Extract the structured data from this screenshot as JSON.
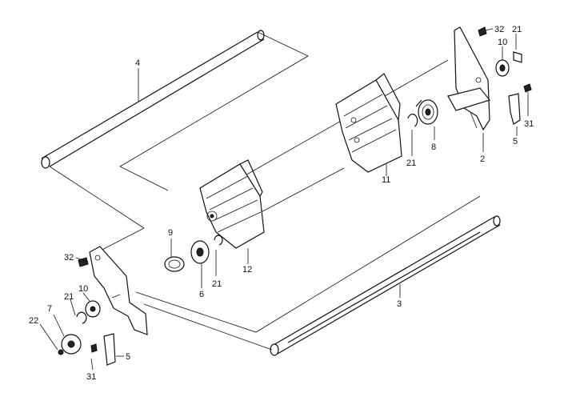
{
  "diagram": {
    "callouts": {
      "c4": "4",
      "c32_top": "32",
      "c21_top": "21",
      "c10_top": "10",
      "c31_top": "31",
      "c5_top": "5",
      "c2": "2",
      "c8": "8",
      "c21_mid": "21",
      "c11": "11",
      "c12": "12",
      "c9": "9",
      "c6": "6",
      "c21_low": "21",
      "c3": "3",
      "c32_left": "32",
      "c21_left": "21",
      "c10_left": "10",
      "c7": "7",
      "c22": "22",
      "c31_left": "31",
      "c5_left": "5"
    }
  }
}
